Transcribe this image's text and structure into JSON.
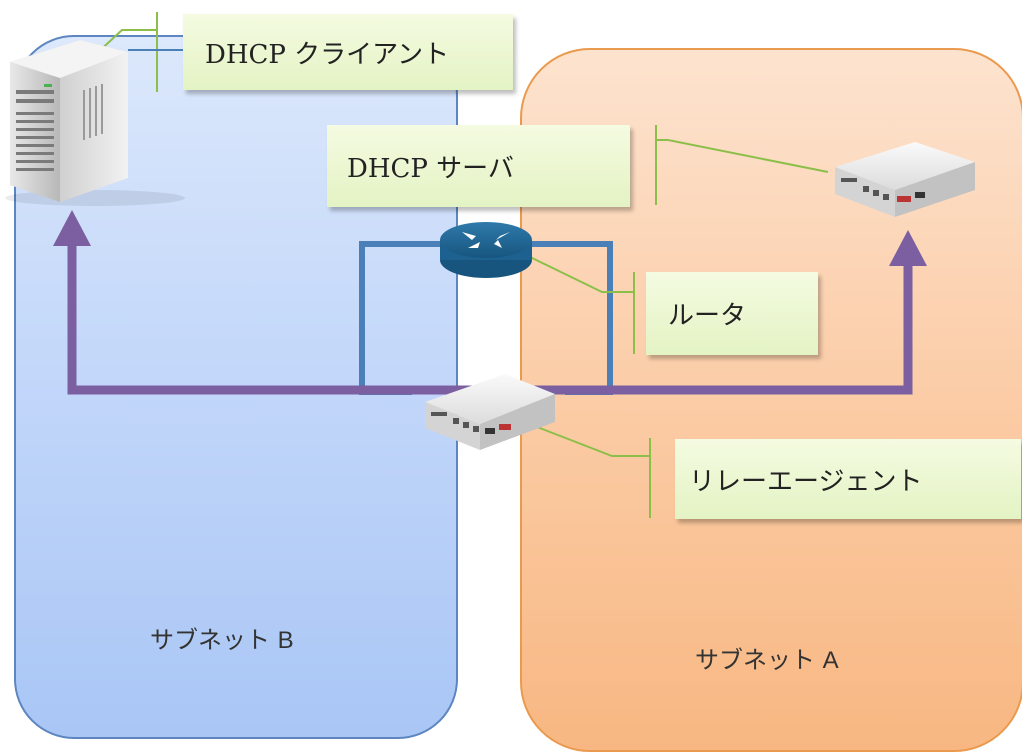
{
  "labels": {
    "client": "DHCP クライアント",
    "server": "DHCP サーバ",
    "router": "ルータ",
    "relay": "リレーエージェント"
  },
  "subnets": {
    "b": {
      "text": "サブネット",
      "letter": "B",
      "color": "#c4d8fa"
    },
    "a": {
      "text": "サブネット",
      "letter": "A",
      "color": "#fbcca6"
    }
  },
  "colors": {
    "path_purple": "#7b5fa0",
    "link_blue": "#4a7fb8",
    "callout_green": "#8cbf4a",
    "router_teal": "#1f5f88"
  },
  "devices": {
    "client_icon": "server-tower-icon",
    "server_icon": "network-appliance-icon",
    "router_icon": "router-icon",
    "relay_icon": "network-appliance-icon"
  }
}
